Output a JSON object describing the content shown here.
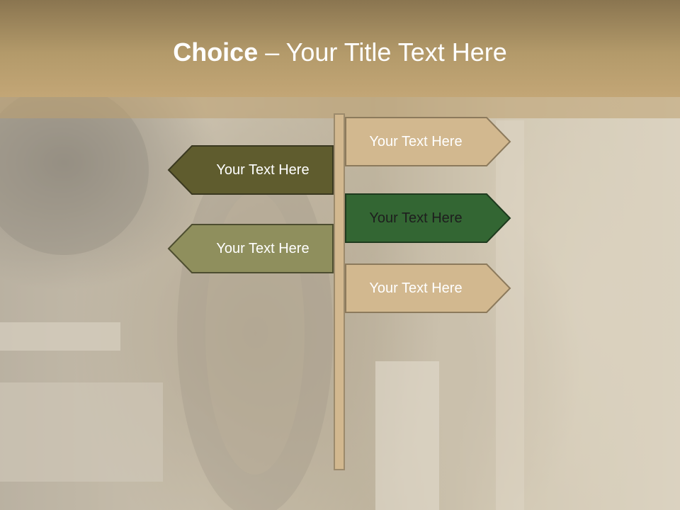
{
  "title": {
    "bold": "Choice",
    "rest": " – Your Title Text Here"
  },
  "signs": [
    {
      "label": "Your Text Here",
      "color": "#d2b88f"
    },
    {
      "label": "Your Text Here",
      "color": "#5f5c2e"
    },
    {
      "label": "Your Text Here",
      "color": "#336633"
    },
    {
      "label": "Your Text Here",
      "color": "#8f8f5d"
    },
    {
      "label": "Your Text Here",
      "color": "#d2b88f"
    }
  ],
  "colors": {
    "title_band": "#b39a6a",
    "pole": "#d2b88f",
    "sign_border": "#4a4530"
  }
}
